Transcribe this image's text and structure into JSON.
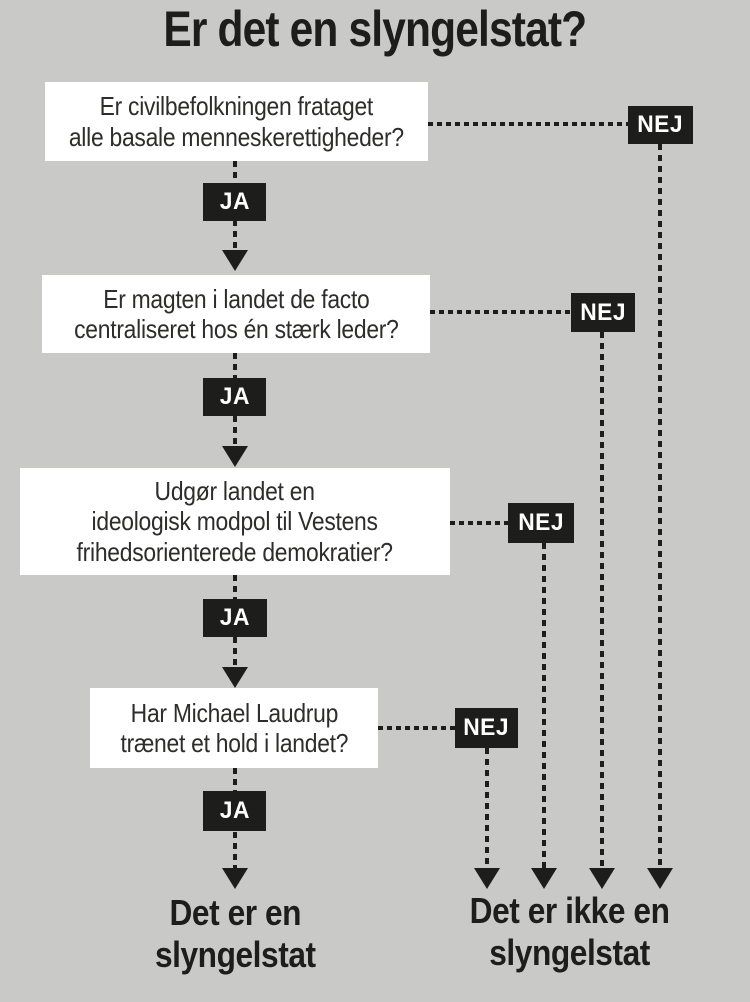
{
  "title": "Er det en slyngelstat?",
  "flow": {
    "questions": [
      "Er civilbefolkningen frataget\nalle basale menneskerettigheder?",
      "Er magten i landet de facto\ncentraliseret hos én stærk leder?",
      "Udgør landet en\nideologisk modpol til Vestens\nfrihedsorienterede demokratier?",
      "Har Michael Laudrup\ntrænet et hold i landet?"
    ],
    "yes_label": "JA",
    "no_label": "NEJ",
    "outcome_yes": "Det er en\nslyngelstat",
    "outcome_no": "Det er ikke en\nslyngelstat"
  },
  "colors": {
    "background": "#c9c9c7",
    "box": "#ffffff",
    "ink": "#1d1d1b",
    "text": "#2d2d2b"
  }
}
